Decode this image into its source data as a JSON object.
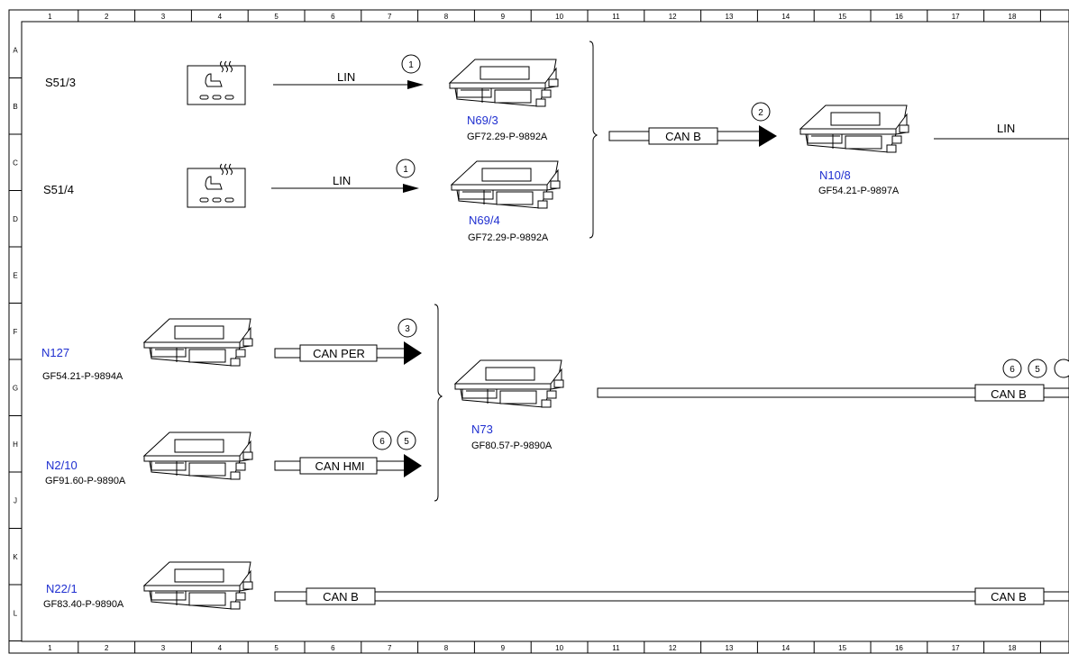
{
  "ruler": {
    "columns": [
      "1",
      "2",
      "3",
      "4",
      "5",
      "6",
      "7",
      "8",
      "9",
      "10",
      "11",
      "12",
      "13",
      "14",
      "15",
      "16",
      "17",
      "18"
    ],
    "rows": [
      "A",
      "B",
      "C",
      "D",
      "E",
      "F",
      "G",
      "H",
      "J",
      "K",
      "L"
    ]
  },
  "switches": [
    {
      "id": "S51/3",
      "bus": "LIN",
      "circle": "1"
    },
    {
      "id": "S51/4",
      "bus": "LIN",
      "circle": "1"
    }
  ],
  "modules": {
    "n69_3": {
      "name": "N69/3",
      "code": "GF72.29-P-9892A"
    },
    "n69_4": {
      "name": "N69/4",
      "code": "GF72.29-P-9892A"
    },
    "n10_8": {
      "name": "N10/8",
      "code": "GF54.21-P-9897A"
    },
    "n127": {
      "name": "N127",
      "code": "GF54.21-P-9894A"
    },
    "n2_10": {
      "name": "N2/10",
      "code": "GF91.60-P-9890A"
    },
    "n73": {
      "name": "N73",
      "code": "GF80.57-P-9890A"
    },
    "n22_1": {
      "name": "N22/1",
      "code": "GF83.40-P-9890A"
    }
  },
  "buses": {
    "canb_top": "CAN B",
    "canb_top_circle": "2",
    "lin_right": "LIN",
    "can_per": "CAN PER",
    "can_per_circle": "3",
    "can_hmi": "CAN HMI",
    "can_hmi_circles": [
      "6",
      "5"
    ],
    "canb_mid_right": "CAN B",
    "canb_mid_circles": [
      "6",
      "5"
    ],
    "canb_bottom_left": "CAN B",
    "canb_bottom_right": "CAN B"
  }
}
